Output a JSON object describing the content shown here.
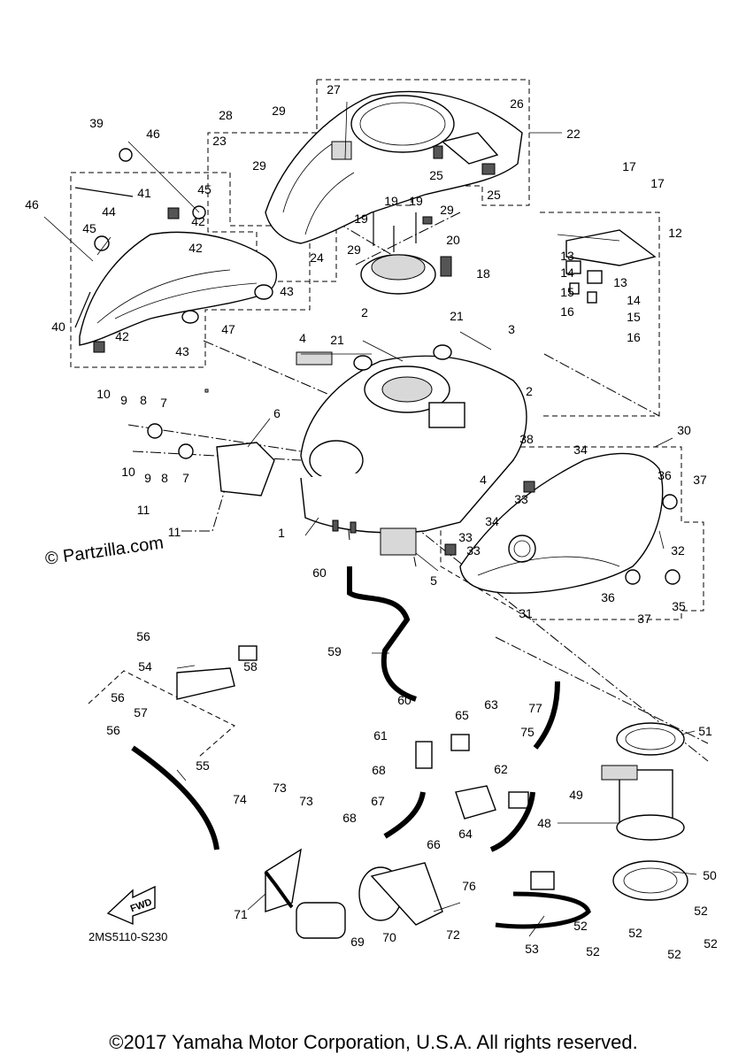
{
  "diagram": {
    "code": "2MS5110-S230",
    "watermark": "© Partzilla.com",
    "copyright": "©2017 Yamaha Motor Corporation, U.S.A. All rights reserved.",
    "fwd_label": "FWD"
  },
  "callouts": [
    "1",
    "2",
    "2",
    "3",
    "4",
    "4",
    "5",
    "6",
    "7",
    "7",
    "8",
    "8",
    "9",
    "9",
    "10",
    "10",
    "11",
    "11",
    "12",
    "13",
    "13",
    "14",
    "14",
    "15",
    "15",
    "16",
    "16",
    "17",
    "17",
    "18",
    "19",
    "19",
    "19",
    "20",
    "21",
    "21",
    "22",
    "23",
    "24",
    "25",
    "25",
    "26",
    "27",
    "28",
    "29",
    "29",
    "29",
    "29",
    "30",
    "31",
    "32",
    "33",
    "33",
    "33",
    "34",
    "34",
    "35",
    "36",
    "36",
    "37",
    "37",
    "38",
    "39",
    "40",
    "41",
    "42",
    "42",
    "42",
    "43",
    "43",
    "44",
    "45",
    "45",
    "46",
    "46",
    "47",
    "48",
    "49",
    "50",
    "51",
    "52",
    "52",
    "52",
    "52",
    "52",
    "52",
    "53",
    "54",
    "55",
    "56",
    "56",
    "56",
    "57",
    "58",
    "59",
    "60",
    "60",
    "61",
    "62",
    "63",
    "64",
    "65",
    "66",
    "67",
    "68",
    "68",
    "69",
    "70",
    "71",
    "72",
    "73",
    "73",
    "74",
    "75",
    "76",
    "77"
  ]
}
